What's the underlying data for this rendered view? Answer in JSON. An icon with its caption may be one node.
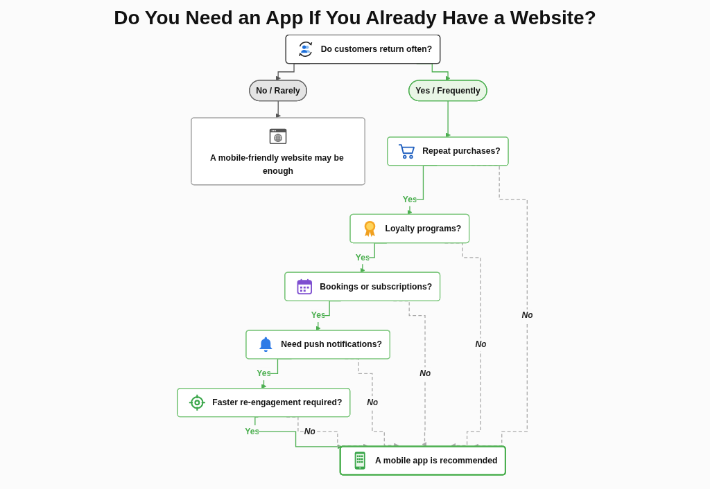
{
  "diagram": {
    "title": "Do You Need an App If You Already Have a Website?",
    "nodes": [
      {
        "text": [
          "Do customers return often?"
        ]
      },
      {
        "text": [
          "No / Rarely"
        ]
      },
      {
        "text": [
          "Yes / Frequently"
        ]
      },
      {
        "text": [
          "A mobile-friendly website may be enough"
        ]
      },
      {
        "text": [
          "Repeat purchases?"
        ]
      },
      {
        "text": [
          "Loyalty programs?"
        ]
      },
      {
        "text": [
          "Bookings or subscriptions?"
        ]
      },
      {
        "text": [
          "Need push notifications?"
        ]
      },
      {
        "text": [
          "Faster re-engagement required?"
        ]
      },
      {
        "text": [
          "A mobile app is recommended"
        ]
      }
    ],
    "edges": [
      {
        "from": 0,
        "to": 1,
        "arrow": "to",
        "color": "#555555"
      },
      {
        "from": 0,
        "to": 2,
        "arrow": "to"
      },
      {
        "from": 1,
        "to": 3,
        "arrow": "to",
        "color": "#555555"
      },
      {
        "from": 2,
        "to": 4,
        "arrow": "to"
      },
      {
        "from": 4,
        "to": 5,
        "arrow": "to",
        "label": "Yes"
      },
      {
        "from": 5,
        "to": 6,
        "arrow": "to",
        "label": "Yes"
      },
      {
        "from": 6,
        "to": 7,
        "arrow": "to",
        "label": "Yes"
      },
      {
        "from": 7,
        "to": 8,
        "arrow": "to",
        "label": "Yes"
      },
      {
        "from": 8,
        "to": 9,
        "arrow": "to",
        "label": "Yes"
      },
      {
        "from": 4,
        "to": 9,
        "arrow": "to",
        "label": "No",
        "style": "dashed",
        "color": "#aaaaaa"
      },
      {
        "from": 5,
        "to": 9,
        "arrow": "to",
        "label": "No",
        "style": "dashed",
        "color": "#aaaaaa"
      },
      {
        "from": 6,
        "to": 9,
        "arrow": "to",
        "label": "No",
        "style": "dashed",
        "color": "#aaaaaa"
      },
      {
        "from": 7,
        "to": 9,
        "arrow": "to",
        "label": "No",
        "style": "dashed",
        "color": "#aaaaaa"
      },
      {
        "from": 8,
        "to": 9,
        "arrow": "to",
        "label": "No",
        "style": "dashed",
        "color": "#aaaaaa"
      }
    ]
  }
}
